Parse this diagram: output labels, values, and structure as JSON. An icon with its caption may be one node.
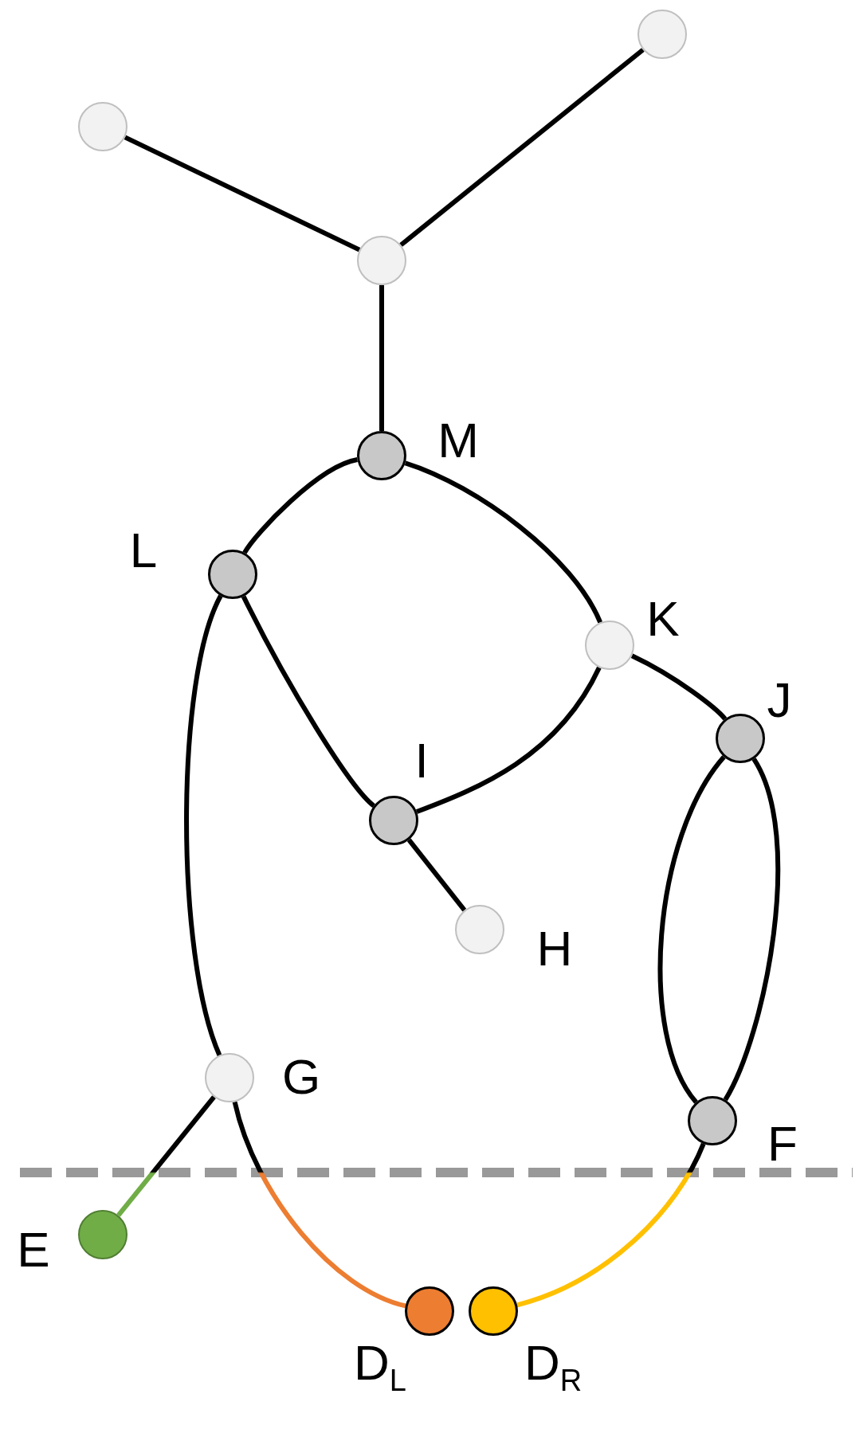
{
  "diagram": {
    "nodes": [
      {
        "text": [],
        "shape": "circle"
      },
      {
        "text": [],
        "shape": "circle"
      },
      {
        "text": [],
        "shape": "circle"
      },
      {
        "text": [
          "M"
        ]
      },
      {
        "text": [
          "L"
        ]
      },
      {
        "text": [
          "K"
        ]
      },
      {
        "text": [
          "J"
        ]
      },
      {
        "text": [
          "I"
        ]
      },
      {
        "text": [
          "H"
        ]
      },
      {
        "text": [
          "G"
        ]
      },
      {
        "text": [
          "F"
        ]
      },
      {
        "text": [
          "E"
        ]
      },
      {
        "text": [
          "D$_{L}$"
        ]
      },
      {
        "text": [
          "D$_{R}$"
        ]
      }
    ],
    "edges": [
      {
        "from": 0,
        "to": 2,
        "arrow": "none"
      },
      {
        "from": 1,
        "to": 2,
        "arrow": "none"
      },
      {
        "from": 2,
        "to": 3,
        "arrow": "none"
      },
      {
        "from": 3,
        "to": 4,
        "arrow": "none"
      },
      {
        "from": 3,
        "to": 5,
        "arrow": "none"
      },
      {
        "from": 4,
        "to": 7,
        "arrow": "none"
      },
      {
        "from": 5,
        "to": 7,
        "arrow": "none"
      },
      {
        "from": 5,
        "to": 6,
        "arrow": "none"
      },
      {
        "from": 4,
        "to": 9,
        "arrow": "none"
      },
      {
        "from": 7,
        "to": 8,
        "arrow": "none"
      },
      {
        "from": 6,
        "to": 10,
        "arrow": "none"
      },
      {
        "from": 6,
        "to": 10,
        "arrow": "none"
      },
      {
        "from": 9,
        "to": 11,
        "arrow": "none",
        "color": "#70ad47"
      },
      {
        "from": 9,
        "to": 12,
        "arrow": "none",
        "color": "#ed7d31"
      },
      {
        "from": 10,
        "to": 13,
        "arrow": "none",
        "color": "#ffc000"
      }
    ]
  }
}
